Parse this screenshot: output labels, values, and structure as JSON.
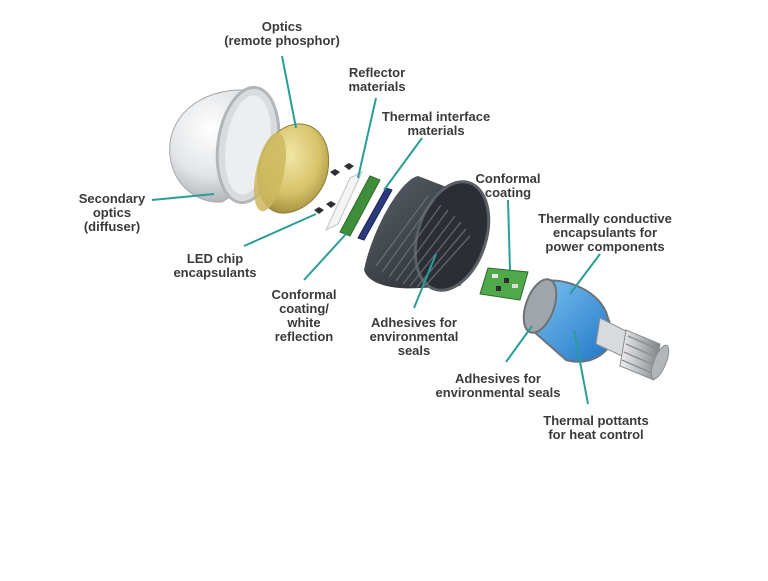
{
  "labels": {
    "optics": [
      "Optics",
      "(remote phosphor)"
    ],
    "reflector": [
      "Reflector",
      "materials"
    ],
    "thermal_interface": [
      "Thermal interface",
      "materials"
    ],
    "secondary_optics": [
      "Secondary",
      "optics",
      "(diffuser)"
    ],
    "conformal_coating": [
      "Conformal",
      "coating"
    ],
    "thermally_conductive": [
      "Thermally conductive",
      "encapsulants for",
      "power components"
    ],
    "led_chip": [
      "LED chip",
      "encapsulants"
    ],
    "conformal_white": [
      "Conformal",
      "coating/",
      "white",
      "reflection"
    ],
    "adhesives_env_seals_1": [
      "Adhesives for",
      "environmental",
      "seals"
    ],
    "adhesives_env_seals_2": [
      "Adhesives for",
      "environmental seals"
    ],
    "thermal_pottants": [
      "Thermal pottants",
      "for heat control"
    ]
  },
  "colors": {
    "leader": "#2a9d98",
    "label_text": "#3a3a3a",
    "phosphor": "#d8c36a",
    "heatsink": "#3a4048",
    "pcb": "#3f8f3a",
    "potting": "#2f8fd8"
  }
}
